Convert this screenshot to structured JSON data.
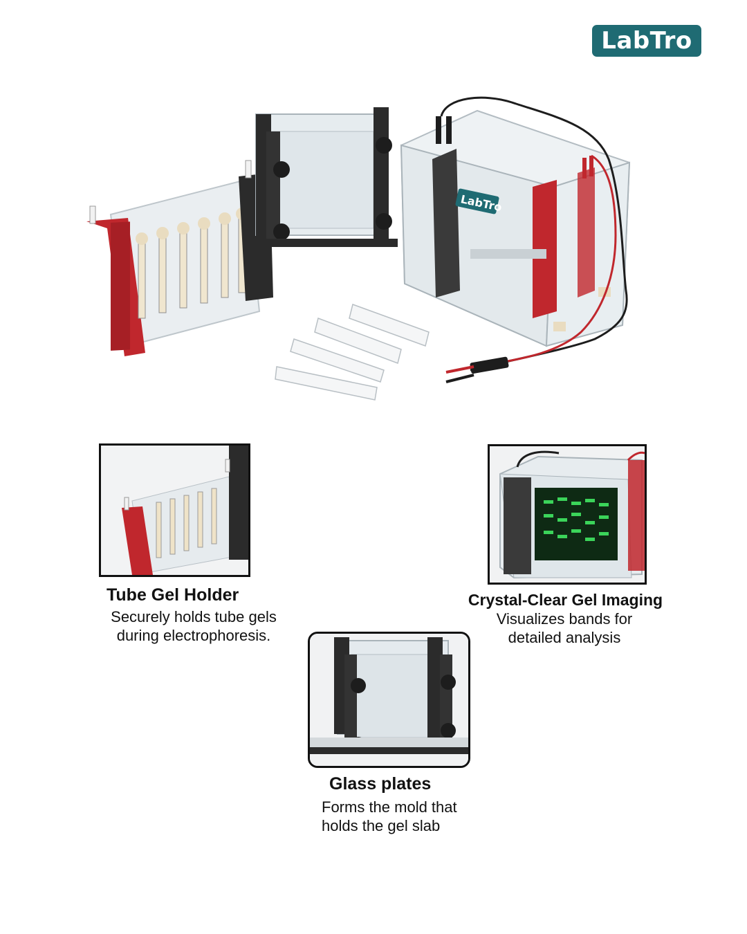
{
  "brand": {
    "logo_text": "LabTro",
    "logo_color": "#1f6b73",
    "product_label": "LabTro"
  },
  "features": [
    {
      "title": "Tube Gel Holder",
      "description": "Securely holds tube gels during electrophoresis.",
      "icon": "tube-gel-holder-image"
    },
    {
      "title": "Crystal-Clear Gel Imaging",
      "description": "Visualizes bands for detailed analysis",
      "icon": "gel-imaging-image"
    },
    {
      "title": "Glass plates",
      "description": "Forms the mold that holds the gel slab",
      "icon": "glass-plates-image"
    }
  ],
  "colors": {
    "accent_red": "#c0272d",
    "dark_gray": "#2b2b2b",
    "gel_green": "#3bd45a"
  }
}
